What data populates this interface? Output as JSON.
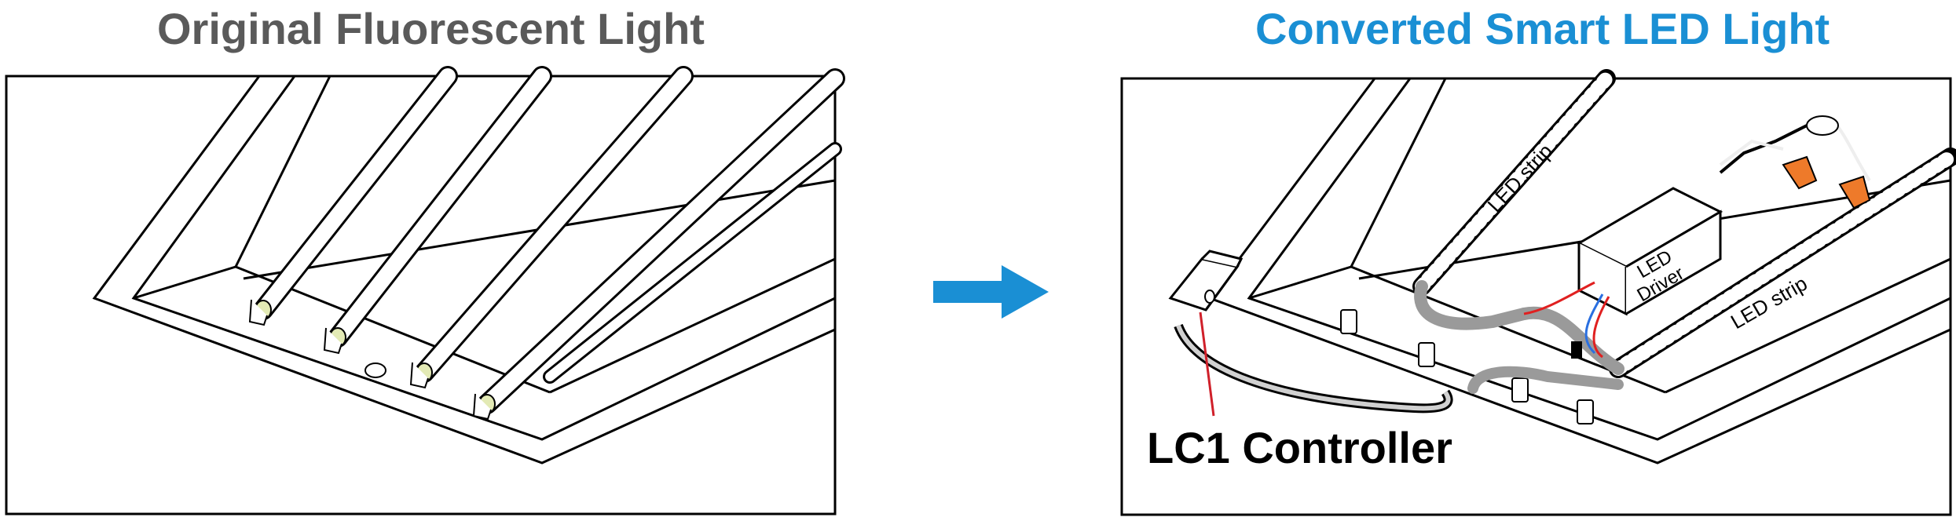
{
  "titles": {
    "left": "Original Fluorescent Light",
    "right": "Converted Smart LED Light"
  },
  "labels": {
    "led_strip_top": "LED strip",
    "led_strip_bottom": "LED strip",
    "led_driver_line1": "LED",
    "led_driver_line2": "Driver",
    "controller": "LC1 Controller"
  },
  "colors": {
    "left_title": "#5a5a5a",
    "right_title": "#1a8fd4",
    "arrow": "#1a8fd4",
    "tube_end": "#e3eab5",
    "wire_red": "#e02020",
    "wire_blue": "#2a6fe0",
    "wire_nut": "#ee7a2a",
    "cable_gray": "#9a9a9a",
    "leader_line": "#d0202a"
  },
  "icons": {
    "arrow": "right-arrow-icon"
  }
}
